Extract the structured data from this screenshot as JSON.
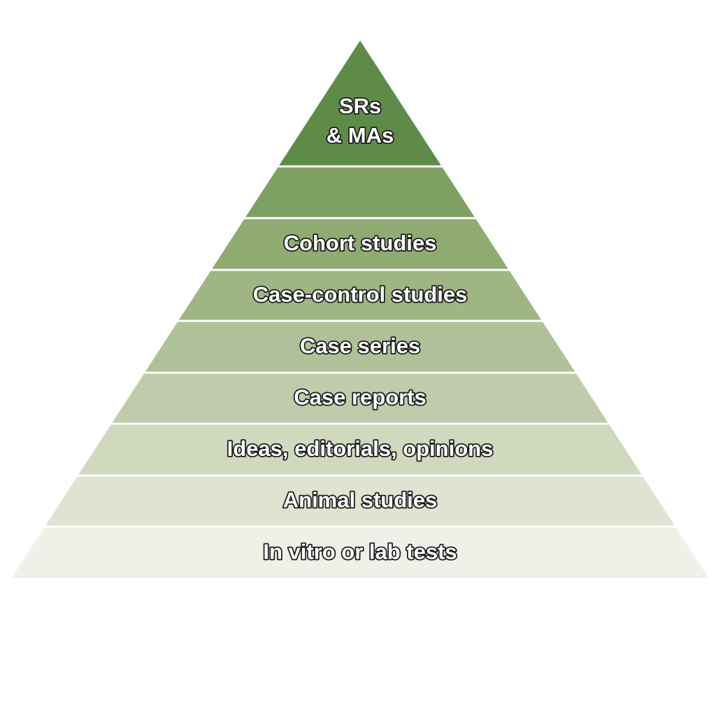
{
  "title": "Evidence pyramid",
  "levels": [
    {
      "label_lines": [
        "SRs",
        "& MAs"
      ],
      "color": "#5e8c48"
    },
    {
      "label": "",
      "color": "#7fa063"
    },
    {
      "label": "Cohort studies",
      "color": "#8fab72"
    },
    {
      "label": "Case-control studies",
      "color": "#9fb584"
    },
    {
      "label": "Case series",
      "color": "#afc198"
    },
    {
      "label": "Case reports",
      "color": "#bfcbaa"
    },
    {
      "label": "Ideas, editorials, opinions",
      "color": "#d0d8be"
    },
    {
      "label": "Animal studies",
      "color": "#dfe3d2"
    },
    {
      "label": "In vitro or lab tests",
      "color": "#eff0e8"
    }
  ]
}
